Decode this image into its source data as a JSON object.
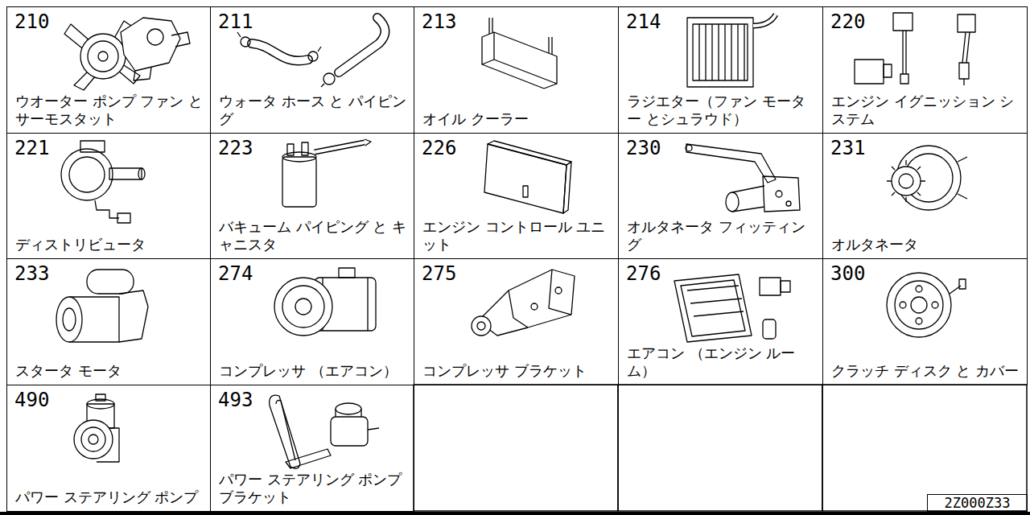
{
  "diagram": {
    "nodes": [
      {
        "text": [
          "210",
          "ウオーター ポンプ ファン と サーモスタット"
        ]
      },
      {
        "text": [
          "211",
          "ウォータ ホース と パイピング"
        ]
      },
      {
        "text": [
          "213",
          "オイル クーラー"
        ]
      },
      {
        "text": [
          "214",
          "ラジエター（ファン モーター とシュラウド）"
        ]
      },
      {
        "text": [
          "220",
          "エンジン イグニッション システム"
        ]
      },
      {
        "text": [
          "221",
          "ディストリビュータ"
        ]
      },
      {
        "text": [
          "223",
          "バキューム パイピング と キャニスタ"
        ]
      },
      {
        "text": [
          "226",
          "エンジン コントロール ユニット"
        ]
      },
      {
        "text": [
          "230",
          "オルタネータ フィッティング"
        ]
      },
      {
        "text": [
          "231",
          "オルタネータ"
        ]
      },
      {
        "text": [
          "233",
          "スタータ モータ"
        ]
      },
      {
        "text": [
          "274",
          "コンプレッサ （エアコン）"
        ]
      },
      {
        "text": [
          "275",
          "コンプレッサ ブラケット"
        ]
      },
      {
        "text": [
          "276",
          "エアコン （エンジン ルーム）"
        ]
      },
      {
        "text": [
          "300",
          "クラッチ ディスク と カバー"
        ]
      },
      {
        "text": [
          "490",
          "パワー ステアリング ポンプ"
        ]
      },
      {
        "text": [
          "493",
          "パワー ステアリング ポンプ ブラケット"
        ]
      },
      {
        "text": [
          "2Z000Z33"
        ]
      }
    ]
  }
}
